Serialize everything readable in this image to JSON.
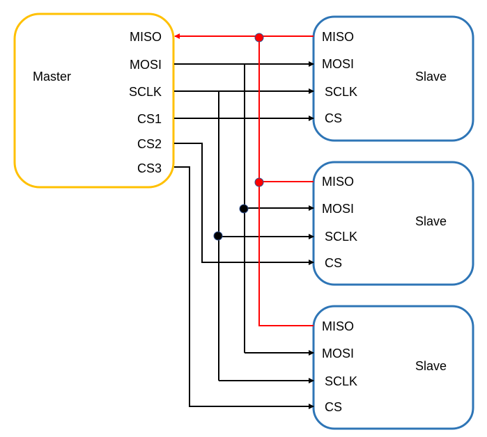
{
  "diagram": {
    "title": "SPI Master with three Slaves (independent chip select)",
    "colors": {
      "master_border": "#FFC000",
      "slave_border": "#2E75B6",
      "miso_wire": "#FF0000",
      "wire": "#000000",
      "junction_black": "#000000",
      "junction_red": "#FF0000"
    },
    "master": {
      "name": "Master",
      "pins": [
        "MISO",
        "MOSI",
        "SCLK",
        "CS1",
        "CS2",
        "CS3"
      ]
    },
    "slaves": [
      {
        "name": "Slave",
        "pins": [
          "MISO",
          "MOSI",
          "SCLK",
          "CS"
        ],
        "cs_from": "CS1"
      },
      {
        "name": "Slave",
        "pins": [
          "MISO",
          "MOSI",
          "SCLK",
          "CS"
        ],
        "cs_from": "CS2"
      },
      {
        "name": "Slave",
        "pins": [
          "MISO",
          "MOSI",
          "SCLK",
          "CS"
        ],
        "cs_from": "CS3"
      }
    ],
    "connections": [
      {
        "signal": "MISO",
        "direction": "slave-to-master",
        "shared": true
      },
      {
        "signal": "MOSI",
        "direction": "master-to-slave",
        "shared": true
      },
      {
        "signal": "SCLK",
        "direction": "master-to-slave",
        "shared": true
      },
      {
        "signal": "CS1",
        "direction": "master-to-slave",
        "to": "Slave 1 CS"
      },
      {
        "signal": "CS2",
        "direction": "master-to-slave",
        "to": "Slave 2 CS"
      },
      {
        "signal": "CS3",
        "direction": "master-to-slave",
        "to": "Slave 3 CS"
      }
    ]
  }
}
